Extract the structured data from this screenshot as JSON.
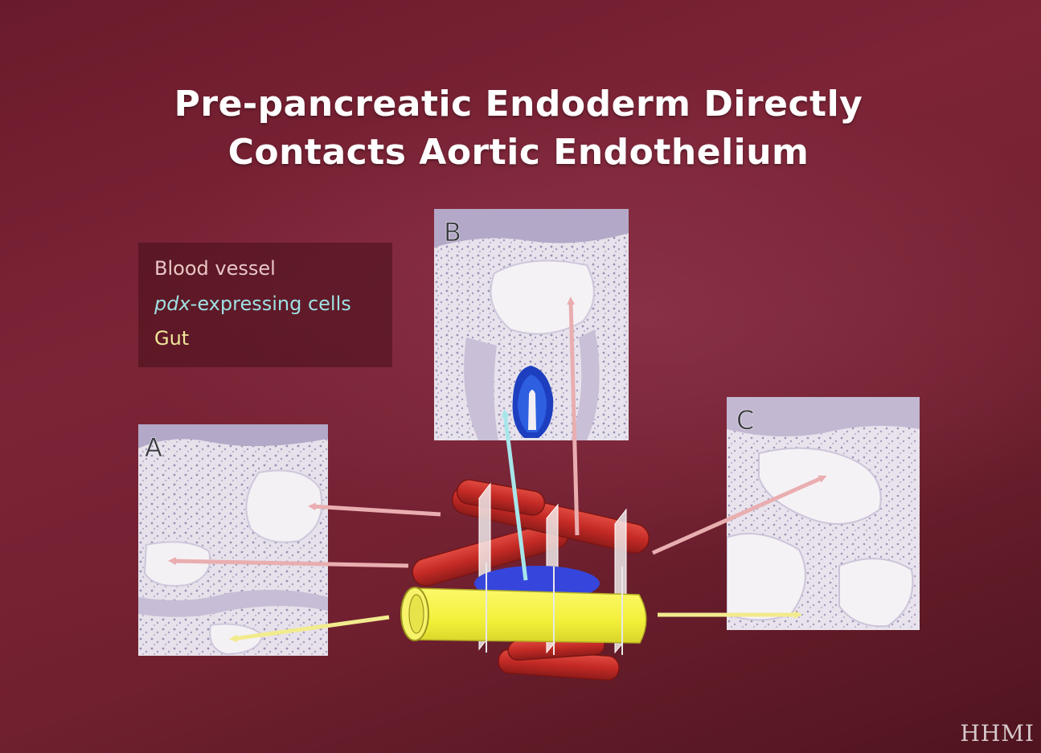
{
  "slide": {
    "title_line1": "Pre-pancreatic Endoderm Directly",
    "title_line2": "Contacts Aortic Endothelium"
  },
  "legend": {
    "blood_vessel": "Blood vessel",
    "pdx_italic": "pdx",
    "pdx_rest": "-expressing cells",
    "gut": "Gut"
  },
  "panels": {
    "a_label": "A",
    "b_label": "B",
    "c_label": "C"
  },
  "watermark": "HHMI",
  "colors": {
    "background": "#71202f",
    "blood_vessel": "#c42a25",
    "pdx_cells": "#2e3fd6",
    "gut": "#f3f03a",
    "vessel_arrow": "#e9aeb0",
    "pdx_arrow": "#a6e6ea",
    "gut_arrow": "#f2eb8e"
  }
}
